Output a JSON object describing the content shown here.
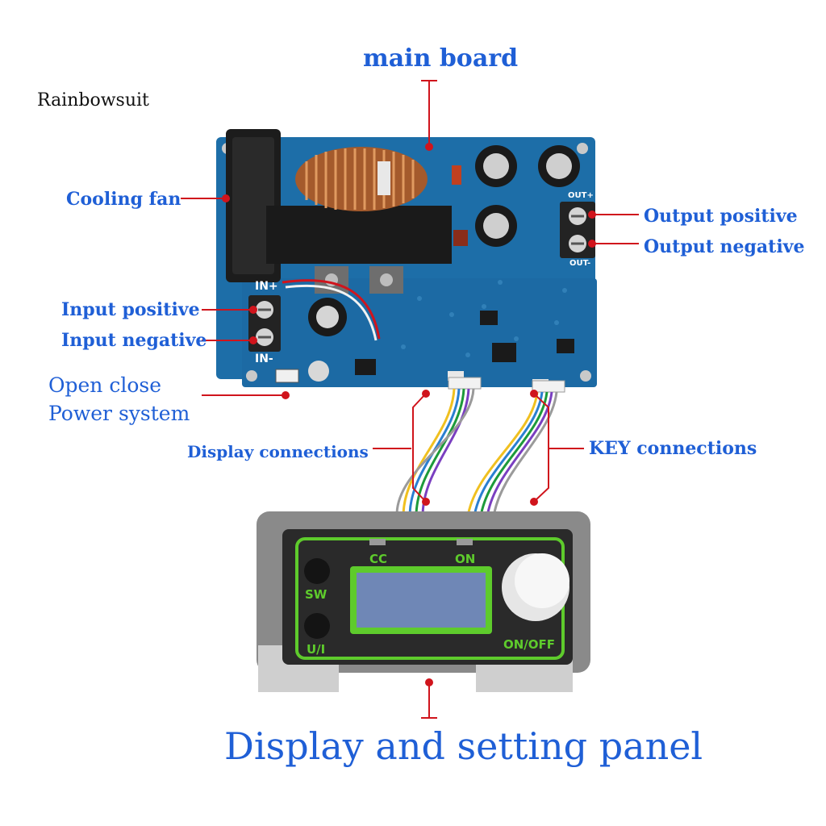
{
  "brand": "Rainbowsuit",
  "labels": {
    "main_board": "main board",
    "cooling_fan": "Cooling fan",
    "output_positive": "Output positive",
    "output_negative": "Output negative",
    "input_positive": "Input positive",
    "input_negative": "Input negative",
    "open_close_1": "Open close",
    "open_close_2": "Power system",
    "display_connections": "Display connections",
    "key_connections": "KEY connections",
    "panel_title": "Display and setting panel"
  },
  "board_marks": {
    "in_plus": "IN+",
    "in_minus": "IN-",
    "out_plus": "OUT+",
    "out_minus": "OUT-"
  },
  "panel": {
    "cc": "CC",
    "on": "ON",
    "sw": "SW",
    "ui": "U/I",
    "onoff": "ON/OFF"
  },
  "colors": {
    "label_blue": "#1f5fd6",
    "leader_red": "#d0141c",
    "board_blue": "#1d6ea8",
    "panel_gray": "#8c8c8c",
    "panel_green": "#5ecb2c"
  }
}
